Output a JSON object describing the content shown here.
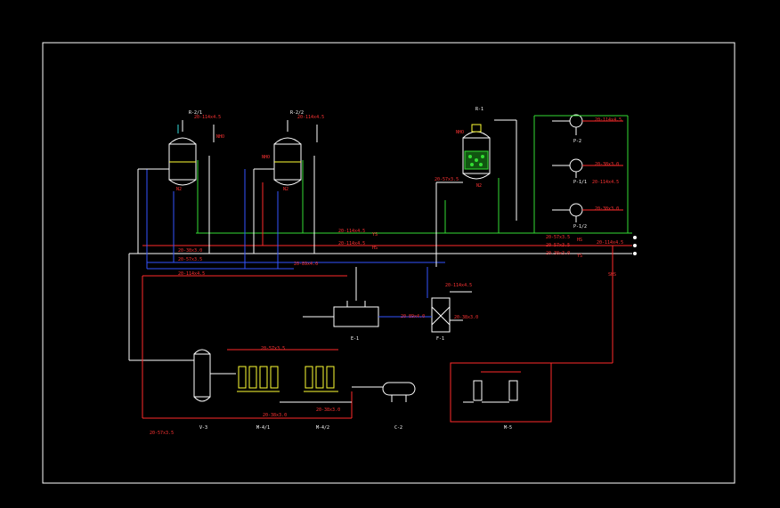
{
  "colors": {
    "background": "#000000",
    "frame": "#ffffff",
    "process": "#ff2a2a",
    "water": "#33dd33",
    "steam": "#3355ff",
    "signal": "#ffff33",
    "valve": "#33dddd"
  },
  "equipment_tags": {
    "r2_1": "R-2/1",
    "r2_2": "R-2/2",
    "r1": "R-1",
    "p2": "P-2",
    "p1_1": "P-1/1",
    "p1_2": "P-1/2",
    "e1": "E-1",
    "f1": "F-1",
    "v3": "V-3",
    "m4_1": "M-4/1",
    "m4_2": "M-4/2",
    "c2": "C-2",
    "m5": "M-5"
  },
  "line_labels": {
    "l1": "20-114x4.5",
    "l2": "20-114x4.5",
    "l3": "20-114x4.5",
    "l4": "20-38x3.0",
    "l5": "20-38x3.0",
    "l6": "20-38x3.0",
    "l7": "20-114x4.5",
    "l8": "20-114x4.5",
    "l9": "20-114x4.5",
    "l10": "20-57x3.5",
    "l11": "20-57x3.5",
    "l12": "20-38x3.0",
    "l13": "20-114x4.5",
    "l14": "20-38x3.0",
    "l15": "20-89x4.0",
    "l16": "20-57x3.5",
    "l17": "20-38x3.0",
    "l18": "20-57x3.5",
    "l19": "20-38x3.0",
    "l20": "20-57x3.5",
    "l21": "20-114x4.5",
    "l22": "20-89x4.0",
    "l23": "20-57x3.5",
    "l24": "20-114x4.5"
  },
  "stream_tags": {
    "s1": "YS",
    "s2": "HS",
    "s3": "HS",
    "s4": "YS",
    "s5": "SHS"
  },
  "utility_labels": {
    "u1": "N2",
    "u2": "N2",
    "u3": "N2",
    "u4": "NHO",
    "u5": "NHO",
    "u6": "NHO"
  }
}
